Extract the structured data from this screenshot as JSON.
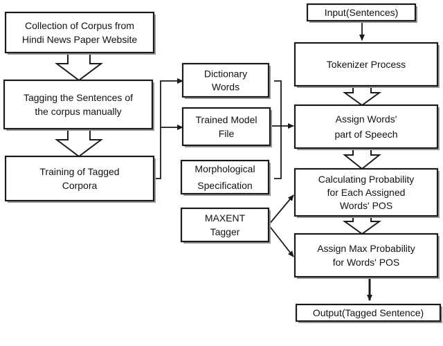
{
  "nodes": {
    "collection": {
      "lines": [
        "Collection of Corpus from",
        "Hindi News Paper Website"
      ]
    },
    "tagging": {
      "lines": [
        "Tagging the Sentences of",
        "the corpus manually"
      ]
    },
    "training": {
      "lines": [
        "Training of Tagged",
        "Corpora"
      ]
    },
    "dictionary": {
      "lines": [
        "Dictionary",
        "Words"
      ]
    },
    "trained_model": {
      "lines": [
        "Trained Model",
        "File"
      ]
    },
    "morphological": {
      "lines": [
        "Morphological",
        "Specification"
      ]
    },
    "maxent": {
      "lines": [
        "MAXENT",
        "Tagger"
      ]
    },
    "input": {
      "lines": [
        "Input(Sentences)"
      ]
    },
    "tokenizer": {
      "lines": [
        "Tokenizer Process"
      ]
    },
    "assign_pos": {
      "lines": [
        "Assign Words'",
        "part of Speech"
      ]
    },
    "calc_prob": {
      "lines": [
        "Calculating Probability",
        "for Each Assigned",
        "Words' POS"
      ]
    },
    "assign_max": {
      "lines": [
        "Assign Max Probability",
        "for Words' POS"
      ]
    },
    "output": {
      "lines": [
        "Output(Tagged Sentence)"
      ]
    }
  }
}
